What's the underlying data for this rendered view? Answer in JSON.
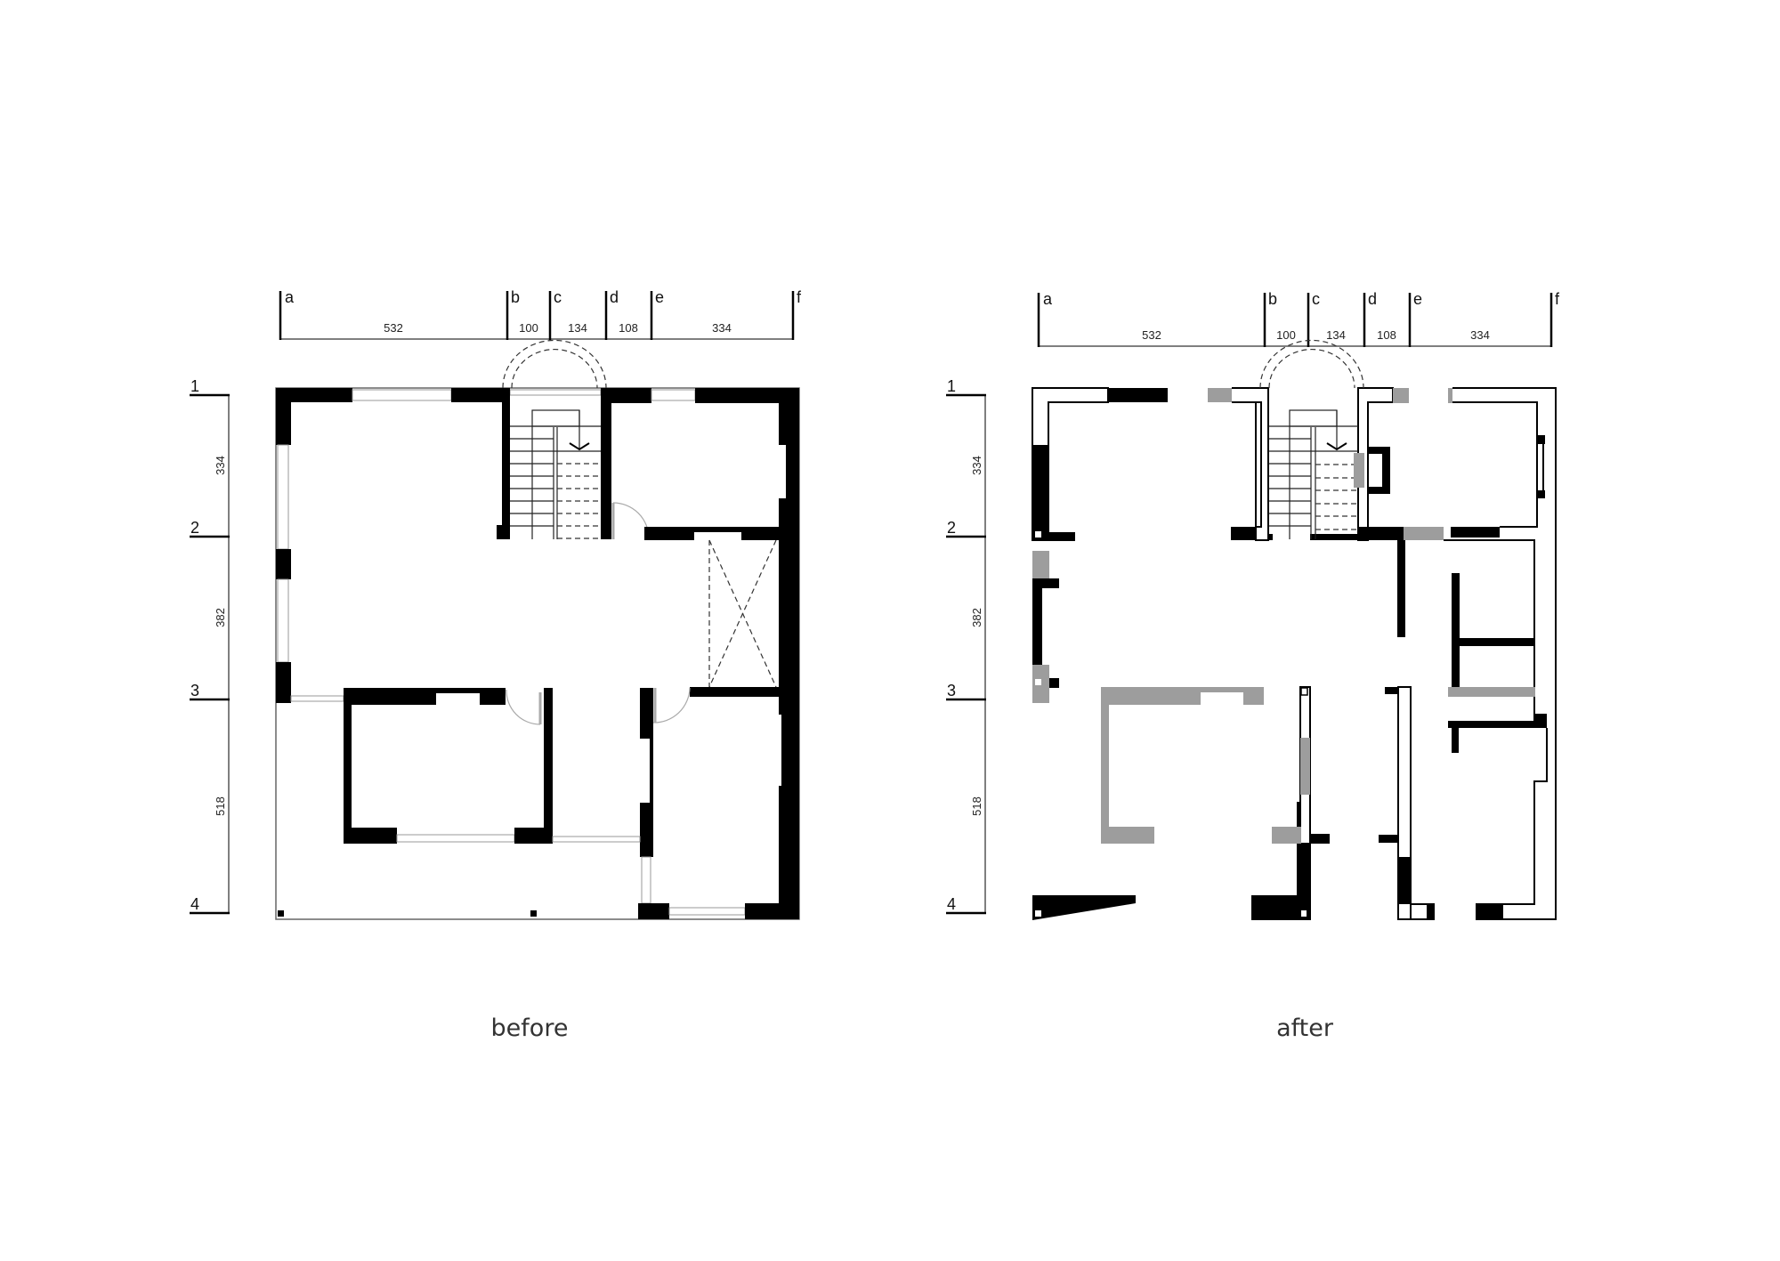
{
  "figure": {
    "captions": {
      "before": "before",
      "after": "after"
    }
  },
  "plans": [
    {
      "id": "before",
      "caption": "before",
      "columns": [
        {
          "label": "a"
        },
        {
          "label": "b"
        },
        {
          "label": "c"
        },
        {
          "label": "d"
        },
        {
          "label": "e"
        },
        {
          "label": "f"
        }
      ],
      "column_spans": [
        "532",
        "100",
        "134",
        "108",
        "334"
      ],
      "rows": [
        {
          "label": "1"
        },
        {
          "label": "2"
        },
        {
          "label": "3"
        },
        {
          "label": "4"
        }
      ],
      "row_spans": [
        "334",
        "382",
        "518"
      ]
    },
    {
      "id": "after",
      "caption": "after",
      "columns": [
        {
          "label": "a"
        },
        {
          "label": "b"
        },
        {
          "label": "c"
        },
        {
          "label": "d"
        },
        {
          "label": "e"
        },
        {
          "label": "f"
        }
      ],
      "column_spans": [
        "532",
        "100",
        "134",
        "108",
        "334"
      ],
      "rows": [
        {
          "label": "1"
        },
        {
          "label": "2"
        },
        {
          "label": "3"
        },
        {
          "label": "4"
        }
      ],
      "row_spans": [
        "334",
        "382",
        "518"
      ]
    }
  ],
  "legend_colors": {
    "existing_wall": "#000000",
    "new_wall": "#9d9d9d"
  }
}
